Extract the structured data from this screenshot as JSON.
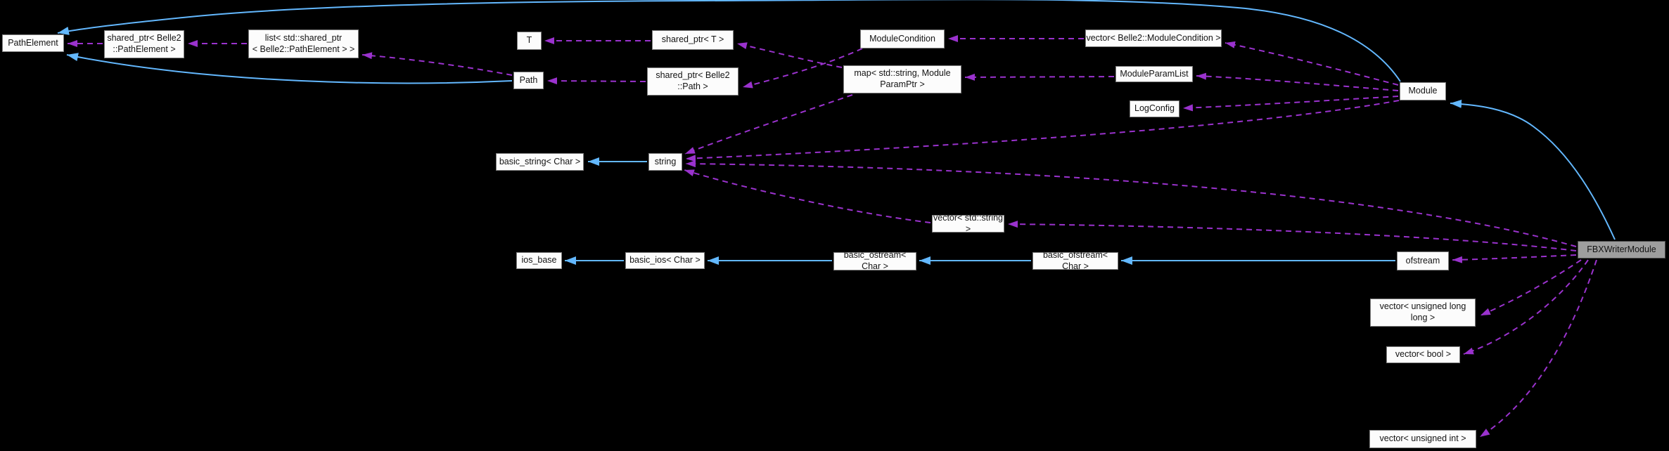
{
  "diagram": {
    "type": "collaboration-graph",
    "focus_node": "FBXWriterModule",
    "colors": {
      "background": "#000000",
      "inheritance_edge": "#63b8ff",
      "usage_edge": "#9a32cd",
      "node_fill": "#fcfcfc",
      "node_border": "#7f7f7f",
      "focus_node_fill": "#9e9e9e",
      "focus_node_border": "#4b4b4b",
      "node_text": "#131313"
    },
    "nodes": [
      {
        "id": "PathElement",
        "label": "PathElement"
      },
      {
        "id": "shared_ptr_PathElement",
        "label": "shared_ptr< Belle2\n::PathElement >"
      },
      {
        "id": "list_shared_ptr",
        "label": "list< std::shared_ptr\n< Belle2::PathElement > >"
      },
      {
        "id": "T",
        "label": "T"
      },
      {
        "id": "shared_ptr_T",
        "label": "shared_ptr< T >"
      },
      {
        "id": "Path",
        "label": "Path"
      },
      {
        "id": "shared_ptr_Path",
        "label": "shared_ptr< Belle2\n::Path >"
      },
      {
        "id": "ModuleCondition",
        "label": "ModuleCondition"
      },
      {
        "id": "map_ModuleParamPtr",
        "label": "map< std::string, Module\nParamPtr >"
      },
      {
        "id": "vector_ModuleCondition",
        "label": "vector< Belle2::ModuleCondition >"
      },
      {
        "id": "ModuleParamList",
        "label": "ModuleParamList"
      },
      {
        "id": "LogConfig",
        "label": "LogConfig"
      },
      {
        "id": "Module",
        "label": "Module"
      },
      {
        "id": "basic_string_Char",
        "label": "basic_string< Char >"
      },
      {
        "id": "string",
        "label": "string"
      },
      {
        "id": "vector_std_string",
        "label": "vector< std::string >"
      },
      {
        "id": "ios_base",
        "label": "ios_base"
      },
      {
        "id": "basic_ios_Char",
        "label": "basic_ios< Char >"
      },
      {
        "id": "basic_ostream_Char",
        "label": "basic_ostream< Char >"
      },
      {
        "id": "basic_ofstream_Char",
        "label": "basic_ofstream< Char >"
      },
      {
        "id": "ofstream",
        "label": "ofstream"
      },
      {
        "id": "FBXWriterModule",
        "label": "FBXWriterModule"
      },
      {
        "id": "vector_ull",
        "label": "vector< unsigned long\nlong >"
      },
      {
        "id": "vector_bool",
        "label": "vector< bool >"
      },
      {
        "id": "vector_uint",
        "label": "vector< unsigned int >"
      }
    ],
    "edges": [
      {
        "from": "Path",
        "to": "PathElement",
        "kind": "inheritance"
      },
      {
        "from": "Module",
        "to": "PathElement",
        "kind": "inheritance"
      },
      {
        "from": "FBXWriterModule",
        "to": "Module",
        "kind": "inheritance"
      },
      {
        "from": "string",
        "to": "basic_string_Char",
        "kind": "inheritance"
      },
      {
        "from": "basic_ios_Char",
        "to": "ios_base",
        "kind": "inheritance"
      },
      {
        "from": "basic_ostream_Char",
        "to": "basic_ios_Char",
        "kind": "inheritance"
      },
      {
        "from": "basic_ofstream_Char",
        "to": "basic_ostream_Char",
        "kind": "inheritance"
      },
      {
        "from": "ofstream",
        "to": "basic_ofstream_Char",
        "kind": "inheritance"
      },
      {
        "from": "shared_ptr_PathElement",
        "to": "PathElement",
        "kind": "usage"
      },
      {
        "from": "list_shared_ptr",
        "to": "shared_ptr_PathElement",
        "kind": "usage"
      },
      {
        "from": "Path",
        "to": "list_shared_ptr",
        "kind": "usage"
      },
      {
        "from": "shared_ptr_T",
        "to": "T",
        "kind": "usage"
      },
      {
        "from": "shared_ptr_Path",
        "to": "Path",
        "kind": "usage"
      },
      {
        "from": "ModuleCondition",
        "to": "shared_ptr_Path",
        "kind": "usage"
      },
      {
        "from": "map_ModuleParamPtr",
        "to": "shared_ptr_T",
        "kind": "usage"
      },
      {
        "from": "vector_ModuleCondition",
        "to": "ModuleCondition",
        "kind": "usage"
      },
      {
        "from": "ModuleParamList",
        "to": "map_ModuleParamPtr",
        "kind": "usage"
      },
      {
        "from": "map_ModuleParamPtr",
        "to": "string",
        "kind": "usage"
      },
      {
        "from": "Module",
        "to": "vector_ModuleCondition",
        "kind": "usage"
      },
      {
        "from": "Module",
        "to": "ModuleParamList",
        "kind": "usage"
      },
      {
        "from": "Module",
        "to": "LogConfig",
        "kind": "usage"
      },
      {
        "from": "Module",
        "to": "string",
        "kind": "usage"
      },
      {
        "from": "vector_std_string",
        "to": "string",
        "kind": "usage"
      },
      {
        "from": "FBXWriterModule",
        "to": "string",
        "kind": "usage"
      },
      {
        "from": "FBXWriterModule",
        "to": "vector_std_string",
        "kind": "usage"
      },
      {
        "from": "FBXWriterModule",
        "to": "ofstream",
        "kind": "usage"
      },
      {
        "from": "FBXWriterModule",
        "to": "vector_ull",
        "kind": "usage"
      },
      {
        "from": "FBXWriterModule",
        "to": "vector_bool",
        "kind": "usage"
      },
      {
        "from": "FBXWriterModule",
        "to": "vector_uint",
        "kind": "usage"
      }
    ]
  }
}
